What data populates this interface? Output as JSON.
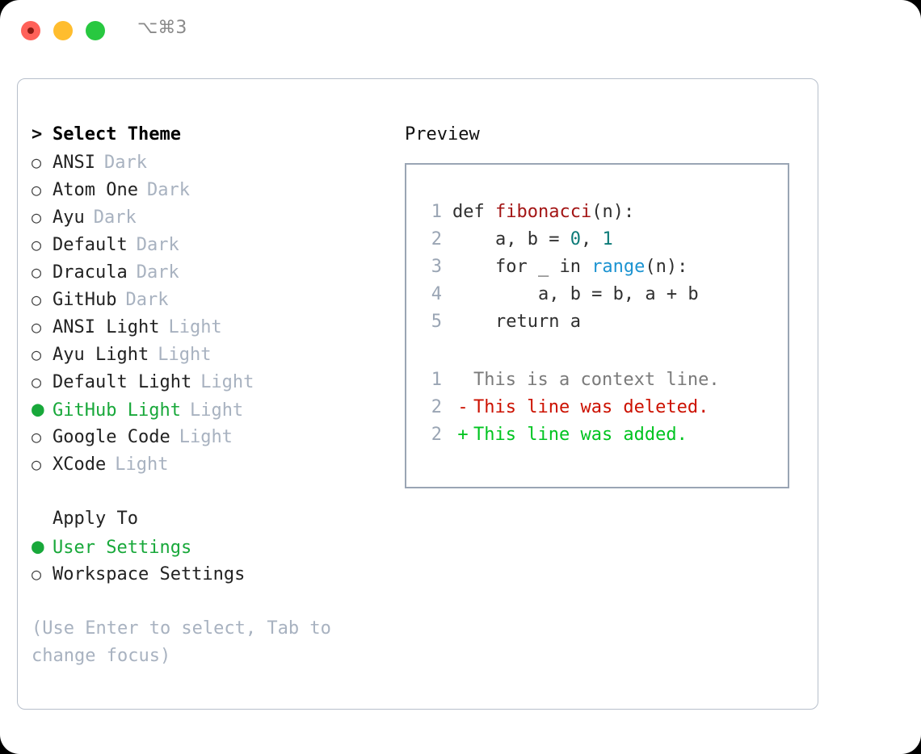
{
  "window": {
    "shortcut": "⌥⌘3",
    "traffic_lights": [
      {
        "name": "close",
        "color": "#ff6159"
      },
      {
        "name": "minimize",
        "color": "#ffbd2e"
      },
      {
        "name": "zoom",
        "color": "#28c840"
      }
    ]
  },
  "theme_picker": {
    "heading_marker": ">",
    "heading": "Select Theme",
    "items": [
      {
        "marker": "○",
        "name": "ANSI",
        "suffix": "Dark",
        "selected": false
      },
      {
        "marker": "○",
        "name": "Atom One",
        "suffix": "Dark",
        "selected": false
      },
      {
        "marker": "○",
        "name": "Ayu",
        "suffix": "Dark",
        "selected": false
      },
      {
        "marker": "○",
        "name": "Default",
        "suffix": "Dark",
        "selected": false
      },
      {
        "marker": "○",
        "name": "Dracula",
        "suffix": "Dark",
        "selected": false
      },
      {
        "marker": "○",
        "name": "GitHub",
        "suffix": "Dark",
        "selected": false
      },
      {
        "marker": "○",
        "name": "ANSI Light",
        "suffix": "Light",
        "selected": false
      },
      {
        "marker": "○",
        "name": "Ayu Light",
        "suffix": "Light",
        "selected": false
      },
      {
        "marker": "○",
        "name": "Default Light",
        "suffix": "Light",
        "selected": false
      },
      {
        "marker": "●",
        "name": "GitHub Light",
        "suffix": "Light",
        "selected": true
      },
      {
        "marker": "○",
        "name": "Google Code",
        "suffix": "Light",
        "selected": false
      },
      {
        "marker": "○",
        "name": "XCode",
        "suffix": "Light",
        "selected": false
      }
    ]
  },
  "apply_to": {
    "heading": "Apply To",
    "items": [
      {
        "marker": "●",
        "name": "User Settings",
        "selected": true
      },
      {
        "marker": "○",
        "name": "Workspace Settings",
        "selected": false
      }
    ]
  },
  "hint": "(Use Enter to select, Tab to change focus)",
  "preview": {
    "title": "Preview",
    "code": [
      {
        "lineno": "1",
        "tokens": [
          {
            "t": "def ",
            "c": "plain"
          },
          {
            "t": "fibonacci",
            "c": "func"
          },
          {
            "t": "(n):",
            "c": "plain"
          }
        ]
      },
      {
        "lineno": "2",
        "tokens": [
          {
            "t": "    a, b = ",
            "c": "plain"
          },
          {
            "t": "0",
            "c": "num"
          },
          {
            "t": ", ",
            "c": "plain"
          },
          {
            "t": "1",
            "c": "num"
          }
        ]
      },
      {
        "lineno": "3",
        "tokens": [
          {
            "t": "    for _ in ",
            "c": "plain"
          },
          {
            "t": "range",
            "c": "call"
          },
          {
            "t": "(n):",
            "c": "plain"
          }
        ]
      },
      {
        "lineno": "4",
        "tokens": [
          {
            "t": "        a, b = b, a + b",
            "c": "plain"
          }
        ]
      },
      {
        "lineno": "5",
        "tokens": [
          {
            "t": "    return a",
            "c": "plain"
          }
        ]
      }
    ],
    "diff": [
      {
        "lineno": "1",
        "sign": "",
        "text": "This is a context line.",
        "kind": "ctx"
      },
      {
        "lineno": "2",
        "sign": "-",
        "text": "This line was deleted.",
        "kind": "del"
      },
      {
        "lineno": "2",
        "sign": "+",
        "text": "This line was added.",
        "kind": "add"
      }
    ]
  },
  "colors": {
    "accent_green": "#18a83a",
    "muted": "#a8b2c0",
    "diff_add": "#00c420",
    "diff_del": "#cc1100",
    "func": "#a31515",
    "number": "#0c7b78",
    "call": "#1b93d1",
    "panel_border": "#b7bfcb",
    "preview_border": "#9aa5b4"
  }
}
